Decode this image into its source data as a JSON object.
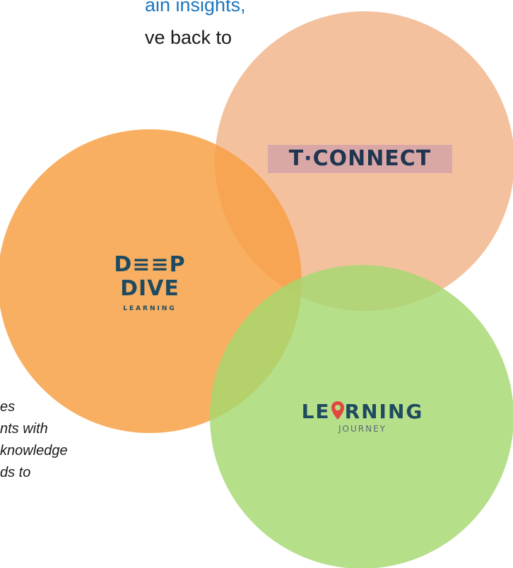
{
  "header": {
    "line1": "ain insights,",
    "line2": "ve back to"
  },
  "logos": {
    "tconnect": {
      "text": "T·CONNECT"
    },
    "deepdive": {
      "line1": "D≡≡P",
      "line2": "DIVE",
      "sub": "LEARNING"
    },
    "learning_journey": {
      "pin_text": "LE",
      "rest": "RNING",
      "sub": "JOURNEY"
    }
  },
  "body_text": {
    "lines": [
      "es",
      "nts with",
      "knowledge",
      "ds to"
    ]
  },
  "colors": {
    "tconnect_circle": "#f2b892",
    "deepdive_circle": "#f7a043",
    "journey_circle": "#a5d86f",
    "accent_blue": "#1b76bf",
    "logo_pink": "#e2463f",
    "logo_navy": "#1f4a60"
  }
}
